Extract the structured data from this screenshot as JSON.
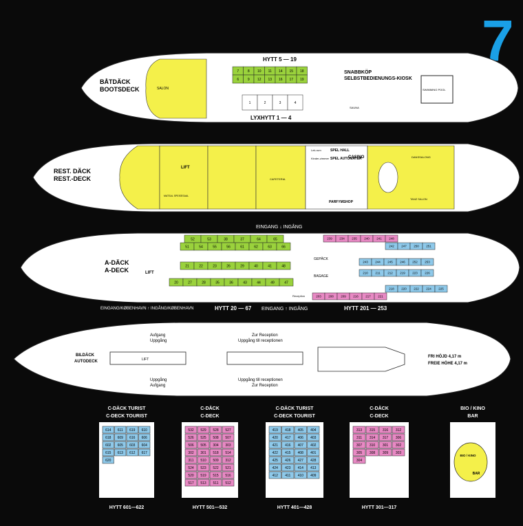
{
  "page_number": "7",
  "colors": {
    "background": "#0a0a0a",
    "public": "#f4f04a",
    "lux_cabin": "#9ad23c",
    "cabin_blue": "#8ec9ea",
    "cabin_pink": "#e889c4",
    "hull": "#ffffff",
    "page_number": "#1aa0e6"
  },
  "decks": {
    "boat": {
      "name_sv": "BÅTDÄCK",
      "name_de": "BOOTSDECK",
      "top_label": "HYTT 5 — 19",
      "bottom_label": "LYXHYTT 1 — 4",
      "kiosk_sv": "SNABBKÖP",
      "kiosk_de": "SELBSTBEDIENUNGS-KIOSK",
      "pool": "SWIMMING POOL",
      "sauna": "SAUNA",
      "salon": "SALON",
      "top_cabins_row1": [
        "7",
        "8",
        "10",
        "11",
        "14",
        "15",
        "18"
      ],
      "top_cabins_row2": [
        "6",
        "9",
        "12",
        "13",
        "16",
        "17",
        "19"
      ],
      "lux_cabins": [
        "1",
        "2",
        "3",
        "4"
      ]
    },
    "rest": {
      "name_sv": "REST. DÄCK",
      "name_de": "REST.-DECK",
      "spel_hall": "SPEL HALL",
      "spel_automater": "SPEL AUTOMATER",
      "casino": "CASINO",
      "cafeteria": "CAFETERIA",
      "dance_salon": "DANSSALONG",
      "tanz_salon": "TANZ SALON",
      "parfym": "PARFYMSHOP",
      "lift": "LIFT",
      "sm1": "Lek-rum",
      "sm2": "Kinder-zimmer",
      "mat": "MATSAL SPEISESAAL"
    },
    "a": {
      "name_sv": "A-DÄCK",
      "name_de": "A-DECK",
      "entrance_top": "EINGANG ↓ INGÅNG",
      "entrance_bottom_left": "EINGANG/KØBENHAVN ↑ INGÅNG/KØBENHAVN",
      "hytt_left": "HYTT 20 — 67",
      "entrance_bottom_mid": "EINGANG ↑ INGÅNG",
      "hytt_right": "HYTT 201 — 253",
      "lift": "LIFT",
      "gepack": "GEPÄCK",
      "bagage": "BAGAGE",
      "reception": "Reception",
      "green_top_row1": [
        "52",
        "53",
        "38",
        "37",
        "64",
        "65"
      ],
      "green_top_row2": [
        "51",
        "54",
        "55",
        "56",
        "61",
        "62",
        "63",
        "66"
      ],
      "green_bot_row1": [
        "21",
        "22",
        "23",
        "26",
        "29",
        "40",
        "41",
        "48"
      ],
      "green_bot_row2": [
        "20",
        "27",
        "28",
        "35",
        "36",
        "43",
        "44",
        "49",
        "47"
      ],
      "pink_top": [
        "239",
        "234",
        "235",
        "240",
        "241",
        "248"
      ],
      "blue_top": [
        "242",
        "247",
        "250",
        "251"
      ],
      "blue_mid": [
        "243",
        "244",
        "245",
        "246",
        "252",
        "253"
      ],
      "blue_low": [
        "210",
        "211",
        "212",
        "219",
        "223",
        "226"
      ],
      "pink_bot": [
        "203",
        "208",
        "209",
        "216",
        "217",
        "221"
      ],
      "blue_bot": [
        "218",
        "220",
        "222",
        "224",
        "225"
      ]
    },
    "car": {
      "name_sv": "BILDÄCK",
      "name_de": "AUTODECK",
      "aufgang_top": "Aufgang",
      "uppgang_top": "Uppgång",
      "uppgang_bot": "Uppgång",
      "aufgang_bot": "Aufgang",
      "reception_top1": "Zur Reception",
      "reception_top2": "Uppgång till receptionen",
      "reception_bot1": "Uppgång till receptionen",
      "reception_bot2": "Zur Reception",
      "height_sv": "FRI HÖJD 4,17 m",
      "height_de": "FREIE HÖHE 4,17 m",
      "lift": "LIFT"
    }
  },
  "cdeck": [
    {
      "title1": "C-DÄCK TURIST",
      "title2": "C-DECK TOURIST",
      "caption": "HYTT 601—622",
      "cells": [
        "614",
        "611",
        "619",
        "610",
        "618",
        "609",
        "616",
        "606",
        "602",
        "605",
        "603",
        "604",
        "615",
        "613",
        "612",
        "617",
        "620"
      ]
    },
    {
      "title1": "C-DÄCK",
      "title2": "C-DECK",
      "caption": "HYTT 501—532",
      "cells": [
        "532",
        "529",
        "528",
        "527",
        "526",
        "525",
        "508",
        "507",
        "506",
        "505",
        "304",
        "303",
        "302",
        "301",
        "518",
        "514",
        "311",
        "510",
        "509",
        "312",
        "524",
        "523",
        "522",
        "521",
        "520",
        "519",
        "515",
        "516",
        "517",
        "513",
        "511",
        "512"
      ]
    },
    {
      "title1": "C-DÄCK TURIST",
      "title2": "C-DECK TOURIST",
      "caption": "HYTT 401—428",
      "cells": [
        "419",
        "418",
        "405",
        "404",
        "420",
        "417",
        "406",
        "403",
        "421",
        "416",
        "407",
        "402",
        "422",
        "415",
        "408",
        "401",
        "425",
        "426",
        "427",
        "428",
        "424",
        "423",
        "414",
        "413",
        "412",
        "411",
        "410",
        "409"
      ]
    },
    {
      "title1": "C-DÄCK",
      "title2": "C-DECK",
      "caption": "HYTT 301—317",
      "cells": [
        "313",
        "315",
        "316",
        "312",
        "311",
        "314",
        "317",
        "306",
        "307",
        "310",
        "301",
        "302",
        "305",
        "308",
        "309",
        "303",
        "304"
      ]
    },
    {
      "title1": "BIO / KINO",
      "title2": "BAR",
      "caption": "",
      "inner1": "BIO / KINO",
      "inner2": "BAR"
    }
  ]
}
